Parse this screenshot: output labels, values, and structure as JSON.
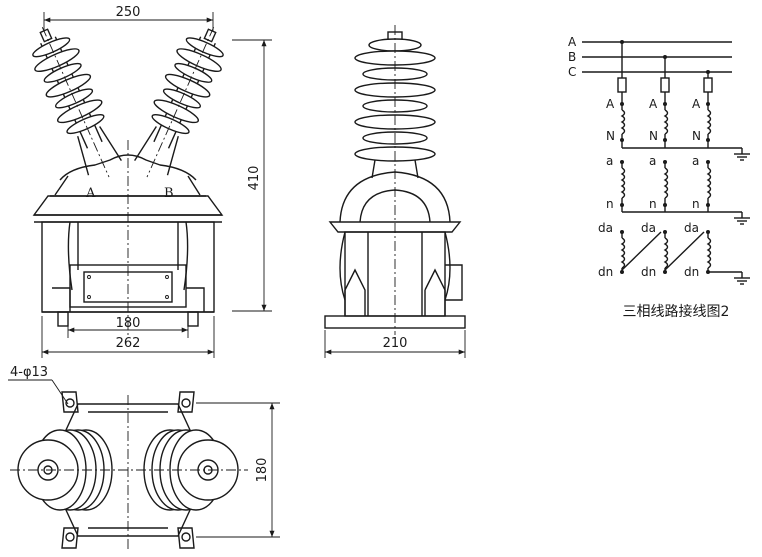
{
  "front_view": {
    "dim_top_width": "250",
    "dim_height": "410",
    "dim_inner_width": "180",
    "dim_base_width": "262",
    "terminal_a": "A",
    "terminal_b": "B"
  },
  "side_view": {
    "dim_base_width": "210"
  },
  "top_view": {
    "hole_spec": "4-φ13",
    "dim_depth": "180"
  },
  "wiring_diagram": {
    "title": "三相线路接线图2",
    "bus_labels": [
      "A",
      "B",
      "C"
    ],
    "primary_high": "A",
    "primary_low": "N",
    "secondary_high": "a",
    "secondary_low": "n",
    "residual_high": "da",
    "residual_low": "dn"
  }
}
